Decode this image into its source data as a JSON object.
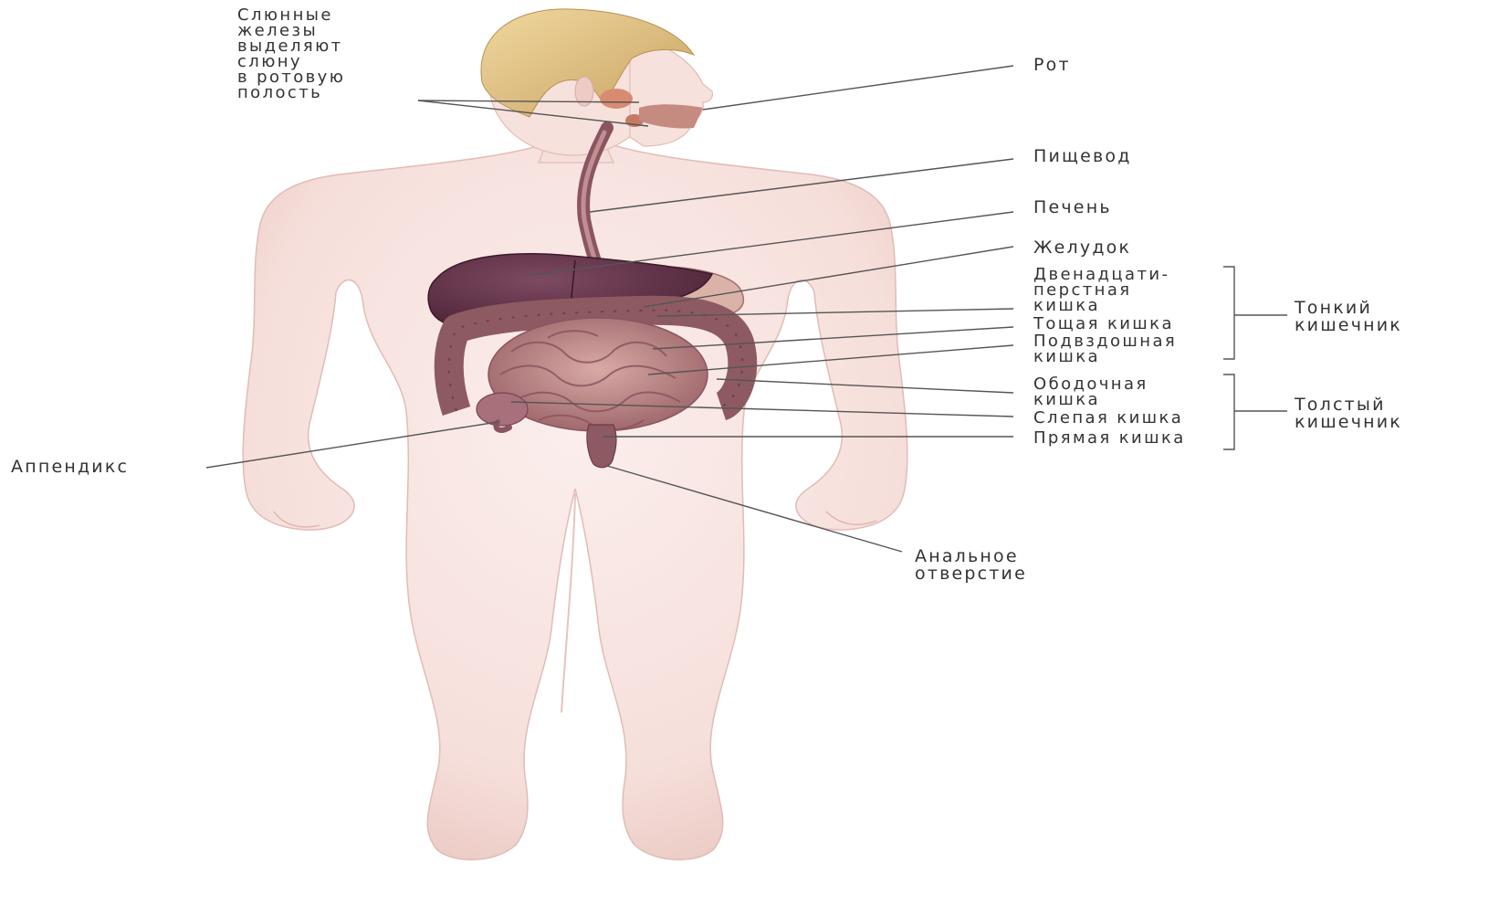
{
  "labels": {
    "salivary": [
      "Слюнные",
      "железы",
      "выделяют",
      "слюну",
      "в ротовую",
      "полость"
    ],
    "mouth": "Рот",
    "esophagus": "Пищевод",
    "liver": "Печень",
    "stomach": "Желудок",
    "duodenum": [
      "Двенадцати-",
      "перстная",
      "кишка"
    ],
    "jejunum": "Тощая кишка",
    "ileum": [
      "Подвздошная",
      "кишка"
    ],
    "colon": [
      "Ободочная",
      "кишка"
    ],
    "cecum": "Слепая кишка",
    "rectum": "Прямая кишка",
    "small_intestine": [
      "Тонкий",
      "кишечник"
    ],
    "large_intestine": [
      "Толстый",
      "кишечник"
    ],
    "appendix": "Аппендикс",
    "anus": [
      "Анальное",
      "отверстие"
    ]
  },
  "colors": {
    "skin": "#f8e4e1",
    "skin_shade": "#e8c3bd",
    "hair": "#e6c98a",
    "liver": "#5e2f45",
    "intestine": "#b98a88",
    "intestine_dark": "#8a5560",
    "stomach": "#d6b0a6",
    "leader_line": "#555555",
    "text": "#333333"
  }
}
